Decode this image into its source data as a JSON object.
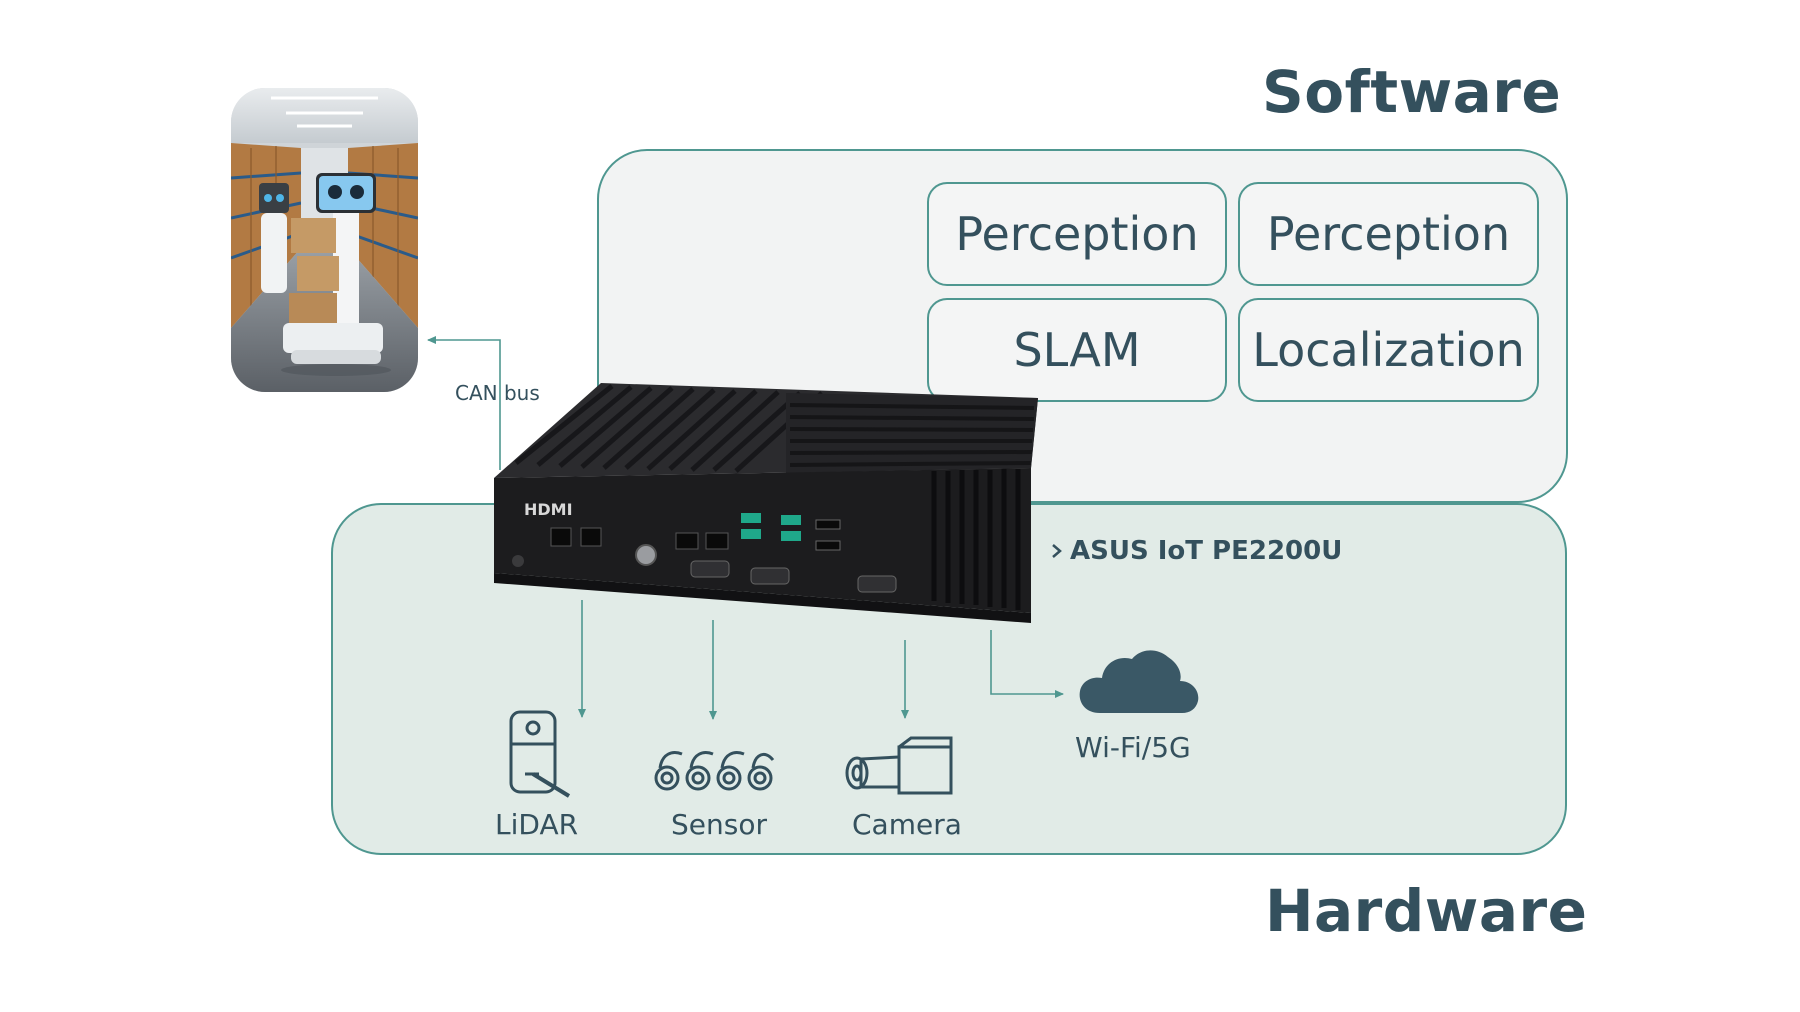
{
  "titles": {
    "software": "Software",
    "hardware": "Hardware"
  },
  "software_modules": [
    {
      "label": "Perception"
    },
    {
      "label": "Perception"
    },
    {
      "label": "SLAM"
    },
    {
      "label": "Localization"
    }
  ],
  "connections": {
    "can_bus": "CAN bus"
  },
  "device": {
    "name": "ASUS IoT PE2200U",
    "panel_marking": "HDMI"
  },
  "hardware_items": {
    "lidar": "LiDAR",
    "sensor": "Sensor",
    "camera": "Camera",
    "wireless": "Wi-Fi/5G"
  },
  "icons": {
    "robot": "warehouse-robot-photo",
    "lidar": "lidar-icon",
    "sensor": "sensor-array-icon",
    "camera": "camera-icon",
    "cloud": "cloud-icon"
  },
  "colors": {
    "title_text": "#34505d",
    "panel_border": "#4f9790",
    "hardware_panel_fill": "#e1ebe7",
    "software_panel_fill": "#f2f3f3",
    "device_body": "#1c1c1e",
    "cloud_fill": "#3a5866",
    "usb_accent": "#1fa88a"
  }
}
